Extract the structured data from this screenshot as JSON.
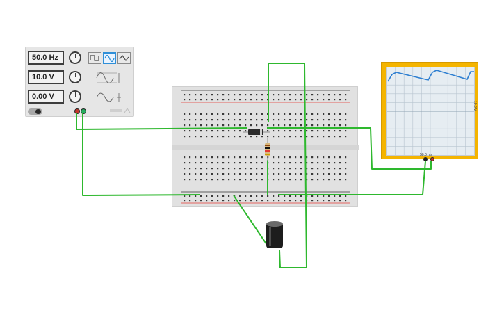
{
  "function_generator": {
    "frequency_display": "50.0 Hz",
    "amplitude_display": "10.0 V",
    "offset_display": "0.00 V",
    "selected_waveform": "sine",
    "waveforms": [
      "square-wave-icon",
      "sine-wave-icon",
      "triangle-wave-icon"
    ],
    "terminal_colors": {
      "positive": "#c0392b",
      "negative": "#27ae60"
    }
  },
  "oscilloscope": {
    "time_per_div": "50.0 ms",
    "volts_per_div": "10.0 V",
    "trace_color": "#2e7fd1"
  },
  "colors": {
    "wire": "#2eb82e",
    "breadboard_rail_red": "#e53935",
    "breadboard_rail_black": "#333333"
  }
}
